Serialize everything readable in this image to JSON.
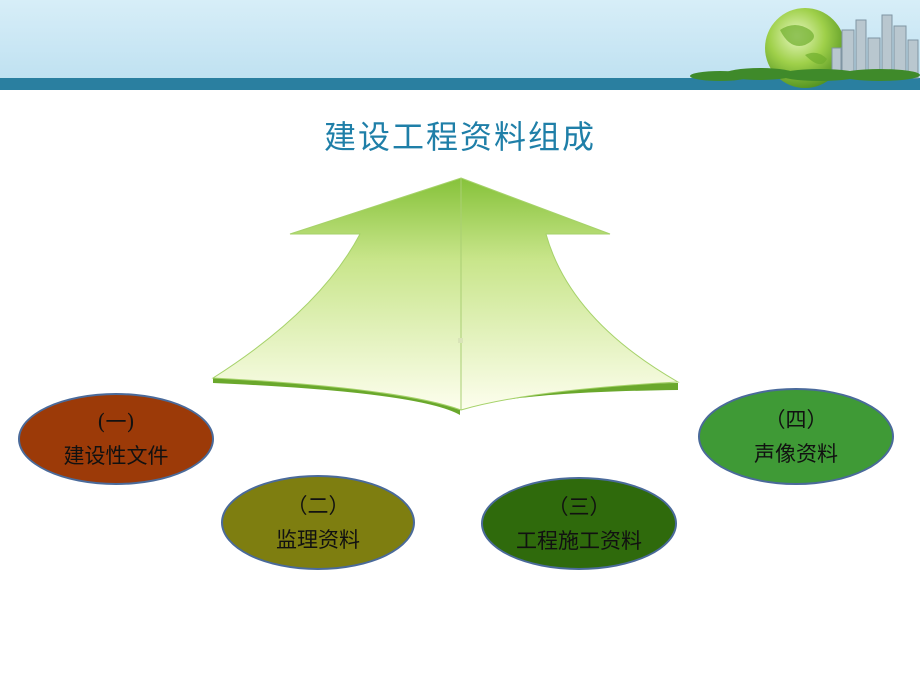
{
  "title": "建设工程资料组成",
  "nodes": [
    {
      "number": "(一)",
      "label": "建设性文件",
      "color": "#9c3a08"
    },
    {
      "number": "（二）",
      "label": "监理资料",
      "color": "#7e7e10"
    },
    {
      "number": "（三）",
      "label": "工程施工资料",
      "color": "#2f6a0c"
    },
    {
      "number": "（四）",
      "label": "声像资料",
      "color": "#3f9a36"
    }
  ],
  "colors": {
    "header_band": "#c9e6f3",
    "header_stripe": "#2a7fa0",
    "title": "#1f7fa8",
    "arrow_top": "#8cc83c",
    "arrow_bottom": "#fbfde6"
  }
}
